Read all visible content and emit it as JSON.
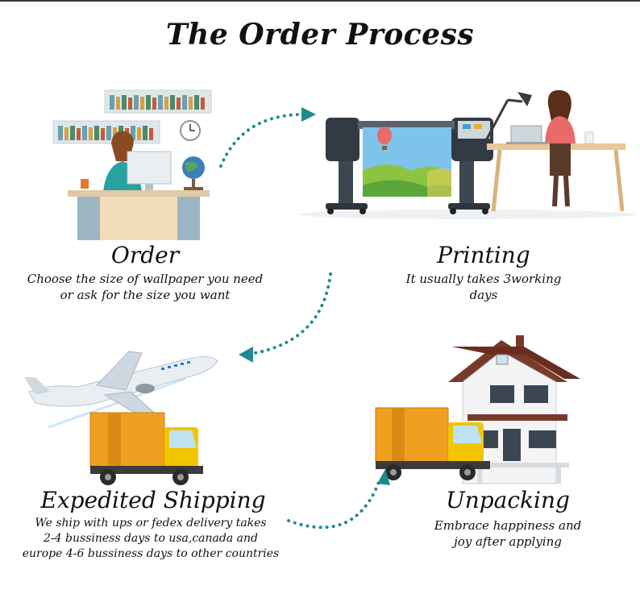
{
  "title": "The Order Process",
  "steps": [
    {
      "title": "Order",
      "desc_lines": [
        "Choose the size of wallpaper you need",
        "or ask for the size you want"
      ]
    },
    {
      "title": "Printing",
      "desc_lines": [
        "It usually takes 3working",
        "days"
      ]
    },
    {
      "title": "Expedited Shipping",
      "desc_lines": [
        "We ship with ups or fedex delivery takes",
        "2-4 bussiness days to usa,canada and",
        "europe 4-6 bussiness days to other countries"
      ]
    },
    {
      "title": "Unpacking",
      "desc_lines": [
        "Embrace happiness and",
        "joy after applying"
      ]
    }
  ],
  "colors": {
    "arrow": "#1e8a8f",
    "text": "#111111",
    "box": "#f0a020",
    "truck": "#f2c500",
    "house_roof": "#7a3a2a"
  }
}
